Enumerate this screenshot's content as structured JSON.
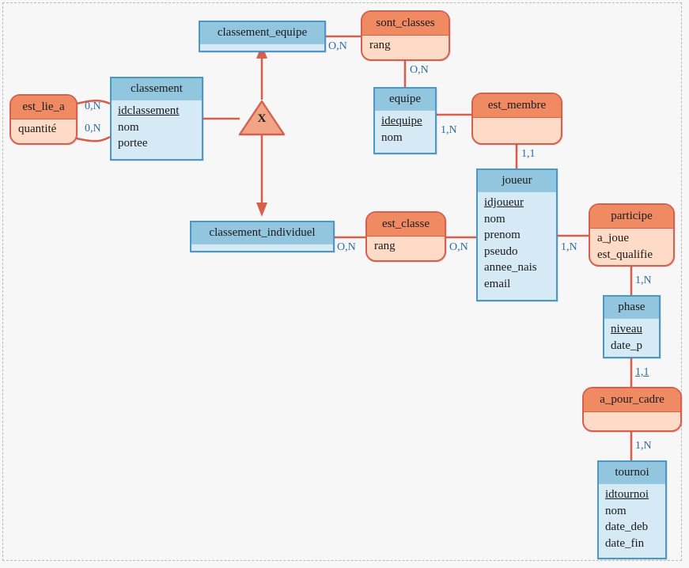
{
  "diagram": {
    "type": "entity-relationship-diagram",
    "title": "ER diagram",
    "colors": {
      "entity_header": "#92c5de",
      "entity_body": "#d5eaf5",
      "entity_border": "#4a98c9",
      "relationship_header": "#ef8a62",
      "relationship_body": "#fddbc7",
      "relationship_border": "#d6604d",
      "link": "#d6604d",
      "cardinality_text": "#2b6ca3",
      "canvas": "#f7f7f7"
    },
    "entities": [
      {
        "id": "classement_equipe",
        "name": "classement_equipe",
        "attributes": []
      },
      {
        "id": "classement",
        "name": "classement",
        "attributes": [
          "idclassement",
          "nom",
          "portee"
        ],
        "key": "idclassement"
      },
      {
        "id": "classement_individuel",
        "name": "classement_individuel",
        "attributes": []
      },
      {
        "id": "equipe",
        "name": "equipe",
        "attributes": [
          "idequipe",
          "nom"
        ],
        "key": "idequipe"
      },
      {
        "id": "joueur",
        "name": "joueur",
        "attributes": [
          "idjoueur",
          "nom",
          "prenom",
          "pseudo",
          "annee_nais",
          "email"
        ],
        "key": "idjoueur"
      },
      {
        "id": "phase",
        "name": "phase",
        "attributes": [
          "niveau",
          "date_p"
        ],
        "key": "niveau"
      },
      {
        "id": "tournoi",
        "name": "tournoi",
        "attributes": [
          "idtournoi",
          "nom",
          "date_deb",
          "date_fin"
        ],
        "key": "idtournoi"
      }
    ],
    "relationships": [
      {
        "id": "sont_classes",
        "name": "sont_classes",
        "attributes": [
          "rang"
        ]
      },
      {
        "id": "est_lie_a",
        "name": "est_lie_a",
        "attributes": [
          "quantité"
        ]
      },
      {
        "id": "est_membre",
        "name": "est_membre",
        "attributes": []
      },
      {
        "id": "est_classe",
        "name": "est_classe",
        "attributes": [
          "rang"
        ]
      },
      {
        "id": "participe",
        "name": "participe",
        "attributes": [
          "a_joue",
          "est_qualifie"
        ]
      },
      {
        "id": "a_pour_cadre",
        "name": "a_pour_cadre",
        "attributes": []
      }
    ],
    "specialization": {
      "id": "spec_x",
      "label": "X",
      "parent": "classement",
      "children": [
        "classement_equipe",
        "classement_individuel"
      ]
    },
    "cardinalities": [
      {
        "id": "card_ce_sc",
        "text": "O,N",
        "selected": false,
        "between": "classement_equipe - sont_classes"
      },
      {
        "id": "card_sc_equipe",
        "text": "O,N",
        "selected": false,
        "between": "sont_classes - equipe"
      },
      {
        "id": "card_ela_top",
        "text": "0,N",
        "selected": false,
        "between": "est_lie_a - classement (1)"
      },
      {
        "id": "card_ela_bot",
        "text": "0,N",
        "selected": false,
        "between": "est_lie_a - classement (2)"
      },
      {
        "id": "card_equipe_em",
        "text": "1,N",
        "selected": false,
        "between": "equipe - est_membre"
      },
      {
        "id": "card_em_joueur",
        "text": "1,1",
        "selected": false,
        "between": "est_membre - joueur"
      },
      {
        "id": "card_ci_ec",
        "text": "O,N",
        "selected": false,
        "between": "classement_individuel - est_classe"
      },
      {
        "id": "card_ec_joueur",
        "text": "O,N",
        "selected": false,
        "between": "est_classe - joueur"
      },
      {
        "id": "card_joueur_part",
        "text": "1,N",
        "selected": false,
        "between": "joueur - participe"
      },
      {
        "id": "card_part_phase",
        "text": "1,N",
        "selected": false,
        "between": "participe - phase"
      },
      {
        "id": "card_phase_apc",
        "text": "1,1",
        "selected": true,
        "between": "phase - a_pour_cadre"
      },
      {
        "id": "card_apc_tournoi",
        "text": "1,N",
        "selected": false,
        "between": "a_pour_cadre - tournoi"
      }
    ]
  }
}
